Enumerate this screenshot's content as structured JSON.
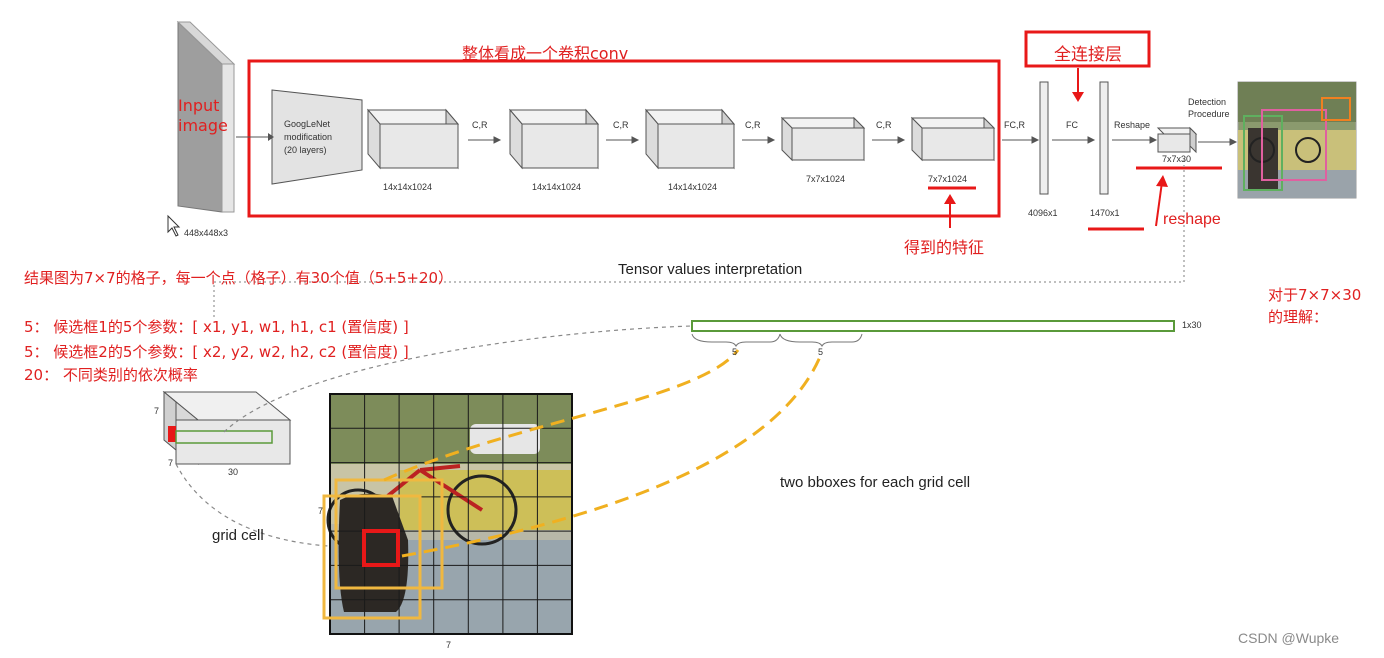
{
  "network": {
    "input_label": "Input\nimage",
    "input_size": "448x448x3",
    "googlenet": "GoogLeNet\nmodification\n(20 layers)",
    "blocks": [
      "14x14x1024",
      "14x14x1024",
      "14x14x1024",
      "7x7x1024",
      "7x7x1024"
    ],
    "ops": [
      "C,R",
      "C,R",
      "C,R",
      "C,R",
      "FC,R",
      "FC",
      "Reshape"
    ],
    "fc1_size": "4096x1",
    "fc2_size": "1470x1",
    "output_size": "7x7x30",
    "detection": "Detection\nProcedure"
  },
  "annotations": {
    "conv_whole": "整体看成一个卷积conv",
    "fc_layer": "全连接层",
    "features": "得到的特征",
    "reshape": "reshape",
    "result_grid": "结果图为7×7的格子，每一个点（格子）有30个值（5+5+20）",
    "box1": "5： 候选框1的5个参数：[ x1, y1, w1, h1,  c1 (置信度) ]",
    "box2": "5： 候选框2的5个参数：[ x2, y2, w2, h2,  c2 (置信度) ]",
    "classes": "20： 不同类别的依次概率",
    "understand": "对于7×7×30\n的理解："
  },
  "interpretation": {
    "title": "Tensor values interpretation",
    "vector_size": "1x30",
    "seg1": "5",
    "seg2": "5",
    "cube_h": "7",
    "cube_w": "7",
    "cube_d": "30",
    "grid_cell": "grid cell",
    "two_bboxes": "two bboxes for each grid cell",
    "grid_side_left": "7",
    "grid_side_bottom": "7"
  },
  "watermark": "CSDN @Wupke"
}
